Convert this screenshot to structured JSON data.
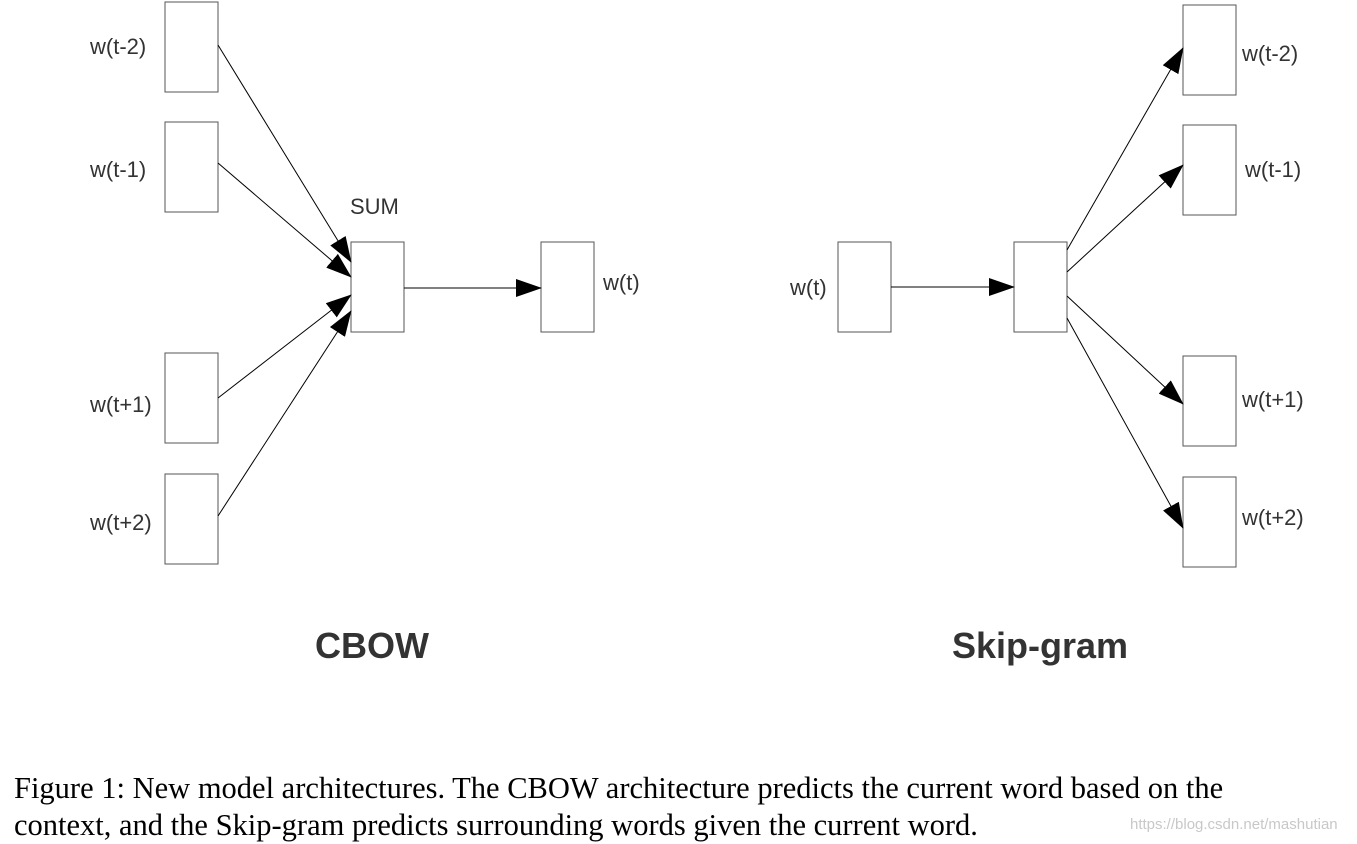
{
  "diagrams": {
    "cbow": {
      "title": "CBOW",
      "sum_label": "SUM",
      "inputs": [
        "w(t-2)",
        "w(t-1)",
        "w(t+1)",
        "w(t+2)"
      ],
      "output": "w(t)"
    },
    "skipgram": {
      "title": "Skip-gram",
      "input": "w(t)",
      "outputs": [
        "w(t-2)",
        "w(t-1)",
        "w(t+1)",
        "w(t+2)"
      ]
    }
  },
  "caption": {
    "line1": "Figure 1: New model architectures. The CBOW architecture predicts the current word based on the",
    "line2": "context, and the Skip-gram predicts surrounding words given the current word."
  },
  "watermark": "https://blog.csdn.net/mashutian",
  "colors": {
    "stroke": "#000000",
    "box_border": "#555555",
    "label": "#333333",
    "watermark": "#c8c8c8"
  }
}
